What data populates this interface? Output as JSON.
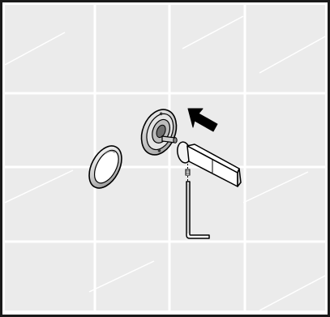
{
  "figure": {
    "description_items": [
      "wall-tile-grid",
      "escutcheon-trim-ring",
      "valve-mounting-plate",
      "valve-stem",
      "spout",
      "set-screw",
      "hex-allen-key",
      "direction-arrow"
    ],
    "colors": {
      "background": "#ffffff",
      "tile_fill": "#ebebeb",
      "grout": "#ffffff",
      "frame": "#1a1a1a",
      "line": "#000000",
      "metal_light": "#e6e6e6",
      "metal_mid": "#bdbdbd",
      "metal_dark": "#6f6f6f"
    }
  }
}
